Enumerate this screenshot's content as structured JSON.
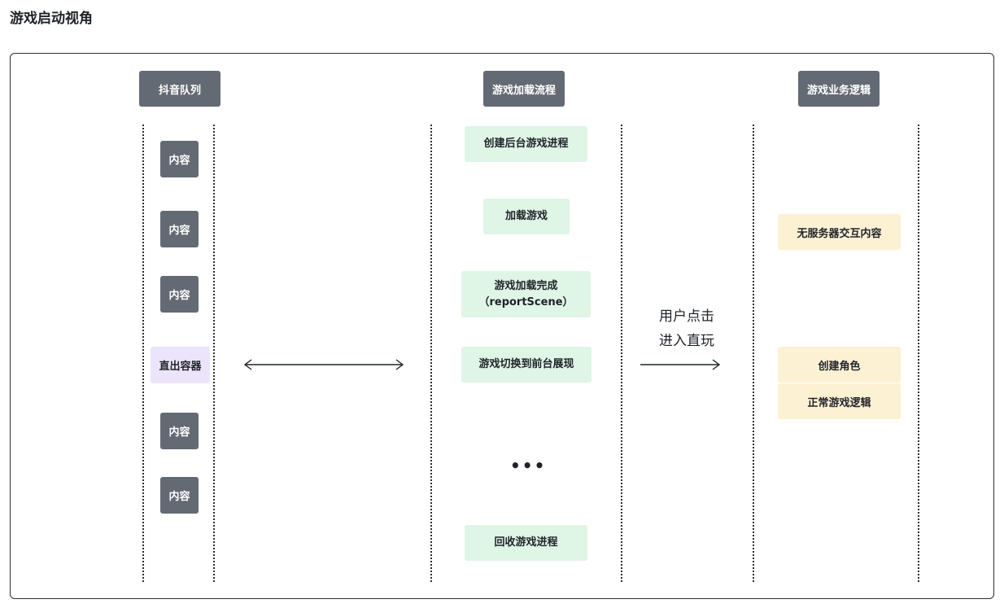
{
  "title": "游戏启动视角",
  "columns": {
    "douyin_queue": {
      "header": "抖音队列",
      "items": [
        "内容",
        "内容",
        "内容",
        "直出容器",
        "内容",
        "内容"
      ]
    },
    "game_loading": {
      "header": "游戏加载流程",
      "steps": [
        "创建后台游戏进程",
        "加载游戏",
        "游戏加载完成",
        "（reportScene）",
        "游戏切换到前台展现",
        "•••",
        "回收游戏进程"
      ]
    },
    "game_business": {
      "header": "游戏业务逻辑",
      "items": [
        "无服务器交互内容",
        "创建角色",
        "正常游戏逻辑"
      ]
    }
  },
  "user_action": {
    "line1": "用户点击",
    "line2": "进入直玩"
  }
}
